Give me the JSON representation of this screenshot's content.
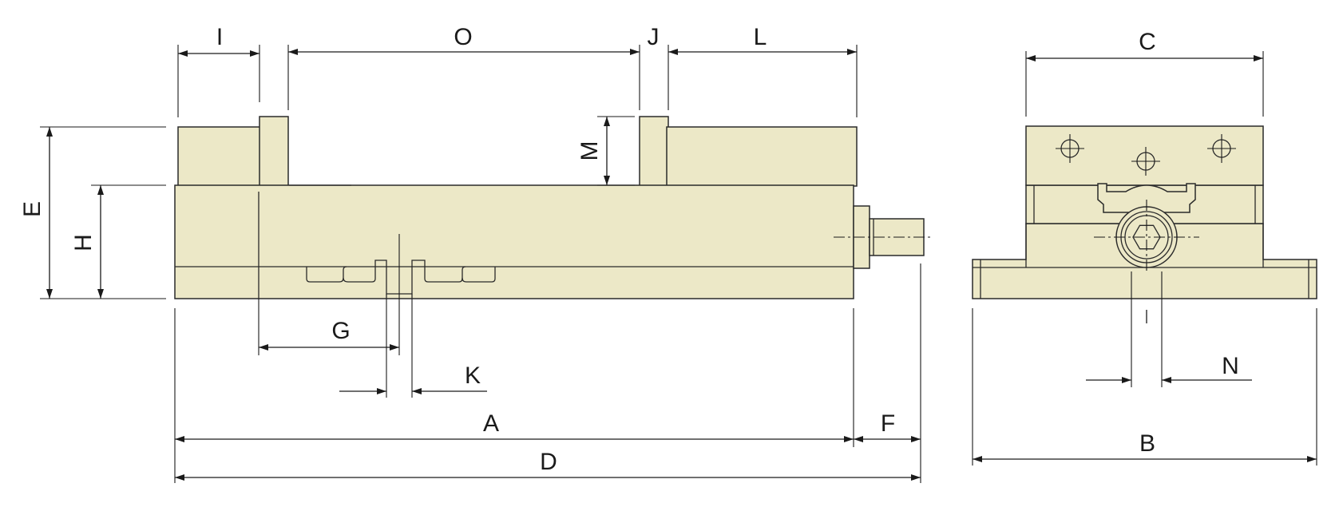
{
  "colors": {
    "part_fill": "#ECE8C7",
    "part_stroke": "#2a2a2a",
    "dimension_line": "#1a1a1a",
    "background": "#ffffff"
  },
  "labels": {
    "A": "A",
    "B": "B",
    "C": "C",
    "D": "D",
    "E": "E",
    "F": "F",
    "G": "G",
    "H": "H",
    "I": "I",
    "J": "J",
    "K": "K",
    "L": "L",
    "M": "M",
    "N": "N",
    "O": "O"
  }
}
